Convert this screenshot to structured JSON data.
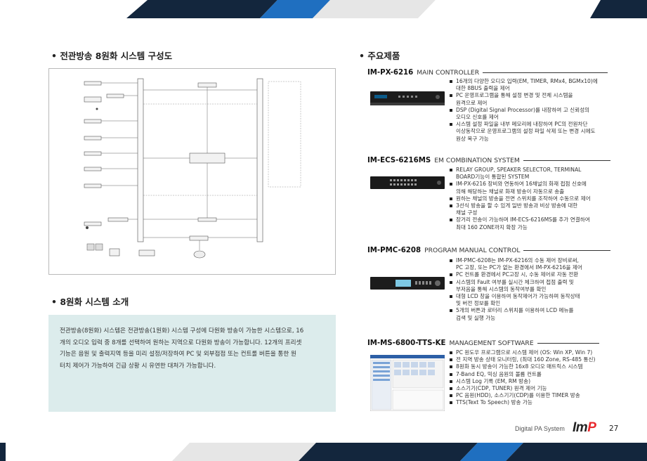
{
  "section_diagram": {
    "title": "• 전관방송 8원화 시스템 구성도"
  },
  "section_intro": {
    "title": "• 8원화 시스템 소개",
    "lines": [
      "전관방송(8원화) 시스템은 전관방송(1원화) 시스템 구성에 다원화 방송이 가능한 시스템으로, 16",
      "개의 오디오 입력 중 8개를 선택하여 원하는 지역으로 다원화 방송이 가능합니다. 12개의 프리셋",
      "기능은 음원 및 출력지역 등을 미리 설정/저장하여 PC 및 외부접점 또는 컨트롤 버튼을 통한 원",
      "터치 제어가 가능하여 긴급 상황 시 유연한 대처가 가능합니다."
    ]
  },
  "section_products": {
    "title": "• 주요제품"
  },
  "products": [
    {
      "model": "IM-PX-6216",
      "desc": "MAIN CONTROLLER",
      "features": [
        "16개의 다양한 오디오 입력(EM, TIMER, RMx4, BGMx10)에",
        "대한 8BUS 출력을 제어",
        "PC 운영프로그램을 통해 설정 변경 및 전체 시스템을",
        "원격으로 제어",
        "DSP (Digital Signal Processor)를 내장하여 고 신뢰성의",
        "오디오 신호를 제어",
        "시스템 설정 파일을 내부 메모리에 내장하여 PC의 전원차단",
        "이상동작으로 운영프로그램의 설정 파일 삭제 또는 변경 시에도",
        "원상 복구 가능"
      ]
    },
    {
      "model": "IM-ECS-6216MS",
      "desc": "EM COMBINATION SYSTEM",
      "features": [
        "RELAY GROUP, SPEAKER SELECTOR, TERMINAL",
        "BOARD기능이 통합된 SYSTEM",
        "IM-PX-6216 장비와 연동하여 16채널의 화재 접점 신호에",
        "의해 해당하는 채널로 화재 방송이 자동으로 송출",
        "원하는 채널의 방송을 전면 스위치를 조작하여 수동으로 제어",
        "3선식 방송을 할 수 있게 일반 방송과 비상 방송에 대한",
        "채널 구성",
        "장거리 전송이 가능하며 IM-ECS-6216MS를 추가 연결하여",
        "최대 160 ZONE까지 확장 가능"
      ]
    },
    {
      "model": "IM-PMC-6208",
      "desc": "PROGRAM MANUAL CONTROL",
      "features": [
        "IM-PMC-6208는 IM-PX-6216의 수동 제어 장비로써,",
        "PC 고장, 또는 PC가 없는 환경에서 IM-PX-6216을 제어",
        "PC 컨트롤 환경에서 PC고장 시, 수동 제어로 자동 전환",
        "시스템의 Fault 여부를 실시간 체크하여 접점 출력 및",
        "부저음을 통해 시스템의 동작여부를 확인",
        "대형 LCD 창을 이용하여 동작제어가 가능하며 동작상태",
        "및 버전 정보를 확인",
        "5개의 버튼과 로터리 스위치를 이용하여 LCD 메뉴를",
        "검색 및 실행 가능"
      ]
    },
    {
      "model": "IM-MS-6800-TTS-KE",
      "desc": "MANAGEMENT SOFTWARE",
      "features": [
        "PC 원도우 프로그램으로 시스템 제어 (OS: Win XP, Win 7)",
        "전 지역 방송 상태 모니터링, (최대 160 Zone, RS-485 통신)",
        "8원화 동시 방송이 가능한 16x8 오디오 매트릭스 시스템",
        "7-Band EQ, 믹싱 음원의 볼륨 컨트롤",
        "시스템 Log 기록 (EM, RM 방송)",
        "소스기기(CDP, TUNER) 원격 제어 기능",
        "PC 음원(HDD), 소스기기(CDP)를 이용한 TIMER 방송",
        "TTS(Text To Speech) 방송 가능"
      ]
    }
  ],
  "footer": {
    "label": "Digital PA System",
    "logo_main": "Im",
    "logo_accent": "P",
    "page": "27"
  },
  "colors": {
    "accent_blue": "#1f6fc0",
    "dark_navy": "#13263d",
    "logo_red": "#e8292d",
    "intro_bg": "#dcecec"
  }
}
